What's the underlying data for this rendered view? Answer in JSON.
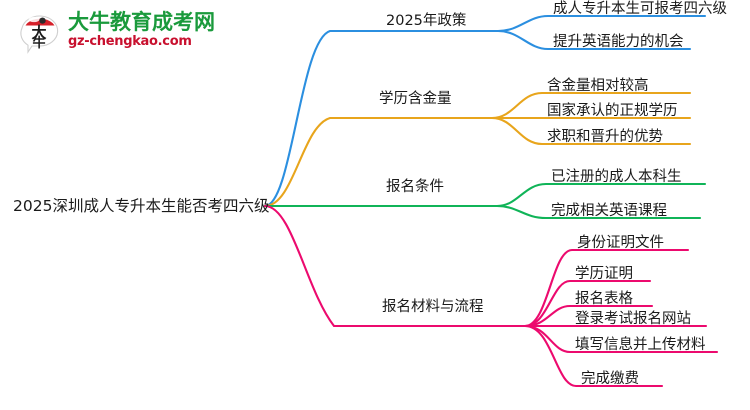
{
  "logo": {
    "icon": "speech-bubble-daniu-logo",
    "cn_name": "大牛教育成考网",
    "domain": "gz-chengkao.com",
    "mark_text": "大牛",
    "colors": {
      "cn_green": "#1a9a3c",
      "domain_red": "#c8102e",
      "mark_red": "#d6202a"
    }
  },
  "mindmap": {
    "root": {
      "label": "2025深圳成人专升本生能否考四六级"
    },
    "branches": [
      {
        "label": "2025年政策",
        "color": "#2b8fe0",
        "children": [
          {
            "label": "成人专升本生可报考四六级"
          },
          {
            "label": "提升英语能力的机会"
          }
        ]
      },
      {
        "label": "学历含金量",
        "color": "#e8a51c",
        "children": [
          {
            "label": "含金量相对较高"
          },
          {
            "label": "国家承认的正规学历"
          },
          {
            "label": "求职和晋升的优势"
          }
        ]
      },
      {
        "label": "报名条件",
        "color": "#10b458",
        "children": [
          {
            "label": "已注册的成人本科生"
          },
          {
            "label": "完成相关英语课程"
          }
        ]
      },
      {
        "label": "报名材料与流程",
        "color": "#ec0a6e",
        "children": [
          {
            "label": "身份证明文件"
          },
          {
            "label": "学历证明"
          },
          {
            "label": "报名表格"
          },
          {
            "label": "登录考试报名网站"
          },
          {
            "label": "填写信息并上传材料"
          },
          {
            "label": "完成缴费"
          }
        ]
      }
    ]
  }
}
